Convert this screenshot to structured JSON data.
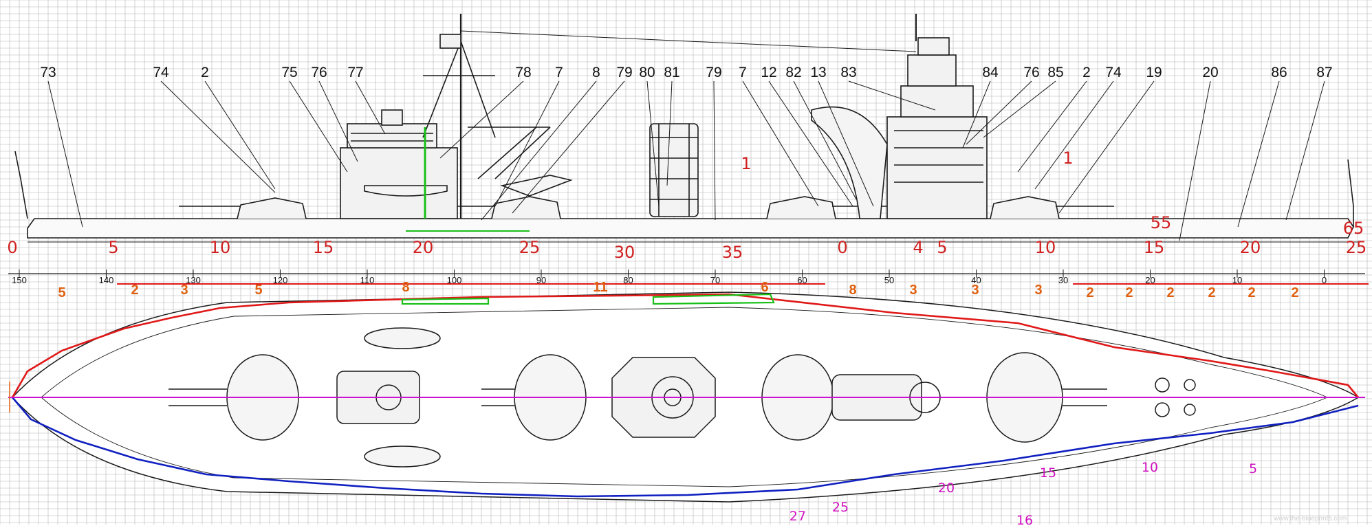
{
  "colors": {
    "grid": "#b4b4b4",
    "ink": "#1a1a1a",
    "red": "#e01818",
    "blue": "#1020c0",
    "green": "#18c018",
    "magenta": "#d010d0",
    "orange": "#e06010"
  },
  "callouts": [
    "73",
    "74",
    "2",
    "75",
    "76",
    "77",
    "78",
    "7",
    "8",
    "79",
    "80",
    "81",
    "79",
    "7",
    "12",
    "82",
    "13",
    "83",
    "84",
    "76",
    "85",
    "2",
    "74",
    "19",
    "20",
    "86",
    "87"
  ],
  "frame_scale": [
    "150",
    "140",
    "130",
    "120",
    "110",
    "100",
    "90",
    "80",
    "70",
    "60",
    "50",
    "40",
    "30",
    "20",
    "10",
    "0"
  ],
  "red_marks": [
    "0",
    "5",
    "10",
    "15",
    "20",
    "25",
    "30",
    "35",
    "0",
    "4",
    "5",
    "10",
    "15",
    "20",
    "25",
    "65",
    "55",
    "1",
    "1"
  ],
  "orange_marks": [
    "5",
    "2",
    "3",
    "5",
    "8",
    "11",
    "6",
    "8",
    "3",
    "3",
    "3",
    "2",
    "2",
    "2",
    "2",
    "2",
    "2"
  ],
  "pink_marks": [
    "27",
    "25",
    "20",
    "15",
    "10",
    "5",
    "16"
  ],
  "watermark": "www.the-blueprints.com"
}
